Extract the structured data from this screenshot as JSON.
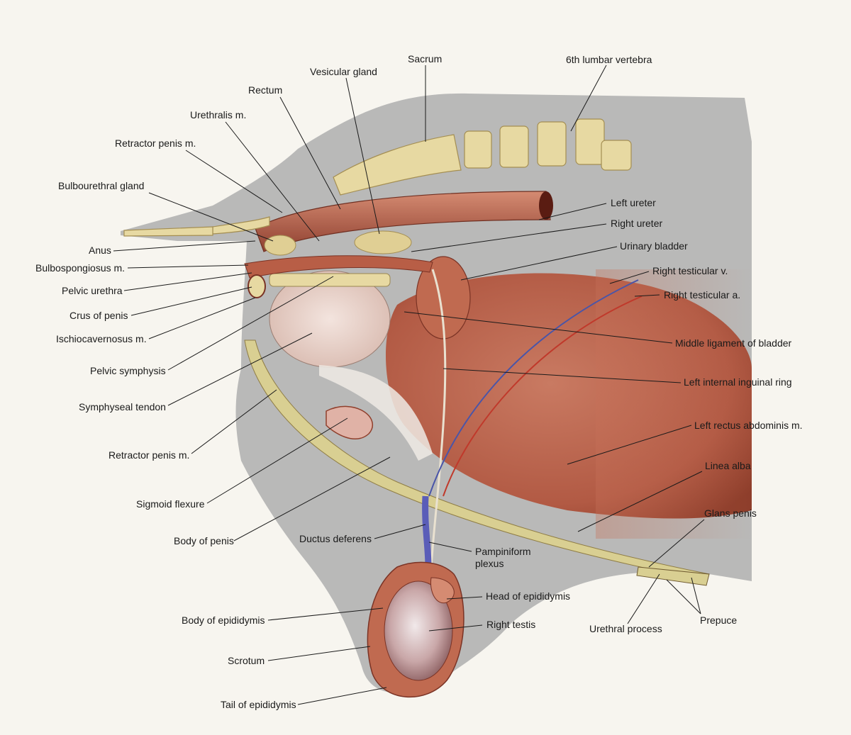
{
  "colors": {
    "page": "#f7f5ef",
    "body_gray": "#b9b9b8",
    "muscle": "#b8614a",
    "muscle_dark": "#8f3f2c",
    "bone": "#e7d9a2",
    "bone_dark": "#c6b070",
    "fat": "#ddd49a",
    "vein": "#4a55a8",
    "artery": "#c0392b"
  },
  "labels": {
    "sacrum": "Sacrum",
    "lumbar6": "6th lumbar vertebra",
    "vesicular_gland": "Vesicular gland",
    "rectum": "Rectum",
    "urethralis": "Urethralis m.",
    "retractor_upper": "Retractor penis m.",
    "bulbourethral": "Bulbourethral gland",
    "anus": "Anus",
    "bulbospongiosus": "Bulbospongiosus m.",
    "pelvic_urethra": "Pelvic urethra",
    "crus": "Crus of penis",
    "ischiocavernosus": "Ischiocavernosus m.",
    "pelvic_symphysis": "Pelvic symphysis",
    "symphyseal_tendon": "Symphyseal tendon",
    "retractor_lower": "Retractor penis m.",
    "sigmoid": "Sigmoid flexure",
    "body_penis": "Body of penis",
    "ductus": "Ductus deferens",
    "pampiniform_1": "Pampiniform",
    "pampiniform_2": "plexus",
    "head_epid": "Head of epididymis",
    "right_testis": "Right testis",
    "body_epid": "Body of epididymis",
    "scrotum": "Scrotum",
    "tail_epid": "Tail of epididymis",
    "left_ureter": "Left ureter",
    "right_ureter": "Right ureter",
    "bladder": "Urinary bladder",
    "testicular_v": "Right testicular v.",
    "testicular_a": "Right testicular a.",
    "middle_lig": "Middle ligament of bladder",
    "inguinal_ring": "Left internal inguinal ring",
    "rectus": "Left rectus abdominis m.",
    "linea_alba": "Linea alba",
    "glans": "Glans penis",
    "urethral_process": "Urethral process",
    "prepuce": "Prepuce"
  }
}
